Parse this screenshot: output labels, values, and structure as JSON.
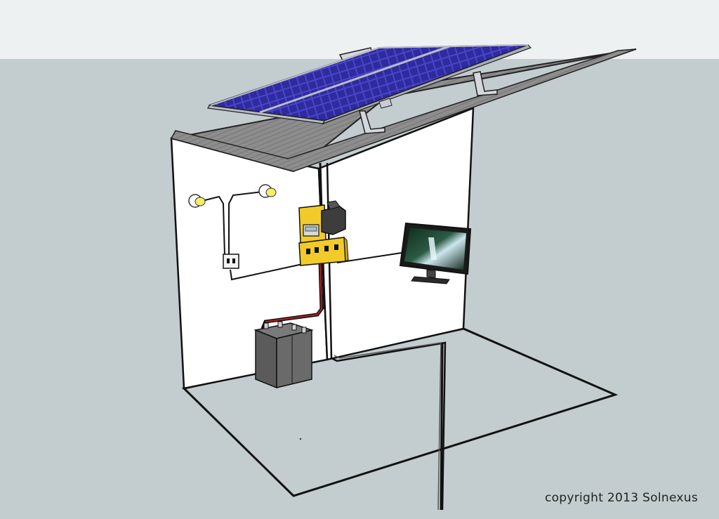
{
  "copyright": "copyright 2013 Solnexus",
  "colors": {
    "sky": "#eef1f1",
    "ground": "#c3ccce",
    "wall": "#ffffff",
    "roof": "#8c8c8c",
    "panel": "#2d2a9c",
    "panel_frame": "#b9bcc8",
    "controller": "#f2cb2a",
    "battery": "#5b5b5b",
    "cable_red": "#b22222",
    "bulb": "#f3f36a"
  },
  "components": {
    "solar_panels": "solar-panel-array",
    "charge_controller": "charge-controller",
    "inverter": "inverter",
    "battery": "battery-bank",
    "lights": "light-bulbs",
    "outlet": "wall-outlet",
    "tv": "flat-screen-tv",
    "ground_rod": "ground-rod"
  }
}
